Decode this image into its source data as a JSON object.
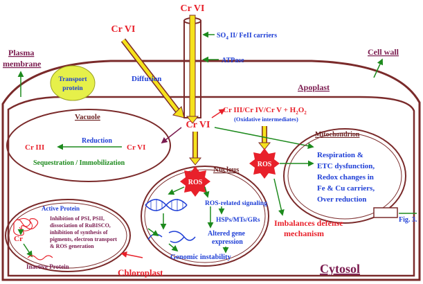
{
  "labels": {
    "cr_vi_top": "Cr VI",
    "cr_vi_left": "Cr VI",
    "carriers": "SO",
    "carriers_sub": "4",
    "carriers_rest": " II/ FeII carriers",
    "atpase": "ATPase",
    "plasma_1": "Plasma",
    "plasma_2": "membrane",
    "transport_1": "Transport",
    "transport_2": "protein",
    "diffusion": "Diffusion",
    "cell_wall": "Cell wall",
    "apoplast": "Apoplast",
    "vacuole": "Vacuole",
    "reduction": "Reduction",
    "vac_cr3": "Cr III",
    "vac_cr6": "Cr VI",
    "sequestration": "Sequestration / Immobilization",
    "cr_vi_center": "Cr VI",
    "intermediates": "Cr III/Cr IV/Cr V + H",
    "intermediates_sub": "2",
    "intermediates_o": "O",
    "intermediates_sub2": "2",
    "oxidative": "(Oxidative intermediates)",
    "mitochondrion": "Mitochondrion",
    "mito_1": "Respiration &",
    "mito_2": "ETC dysfunction,",
    "mito_3": "Redox changes in",
    "mito_4": "Fe & Cu carriers,",
    "mito_5": "Over reduction",
    "fig3": "Fig. 3.",
    "ros_nucleus": "ROS",
    "ros_right": "ROS",
    "nucleus": "Nucleus",
    "ros_signaling": "ROS-related signaling",
    "hsps": "HSPs/MTs/GRs",
    "altered_1": "Altered gene",
    "altered_2": "expression",
    "genomic": "Genomic instability",
    "imbalance_1": "Imbalances defense",
    "imbalance_2": "mechanism",
    "active_protein": "Active Protein",
    "inhib_1": "Inhibition of PSI, PSII,",
    "inhib_2": "dissociation of RuBISCO,",
    "inhib_3": "inhibition of synthesis of",
    "inhib_4": "pigments, electron transport",
    "inhib_5": "& ROS generation",
    "chl_cr": "Cr",
    "inactive_protein": "Inactive Protein",
    "chloroplast": "Chloroplast",
    "cytosol": "Cytosol"
  },
  "colors": {
    "red": "#e8202a",
    "blue": "#1f3fd6",
    "green": "#1d8a1d",
    "maroon": "#7a2a2a",
    "yellow": "#f5e21c",
    "transport": "#e6f04a"
  }
}
